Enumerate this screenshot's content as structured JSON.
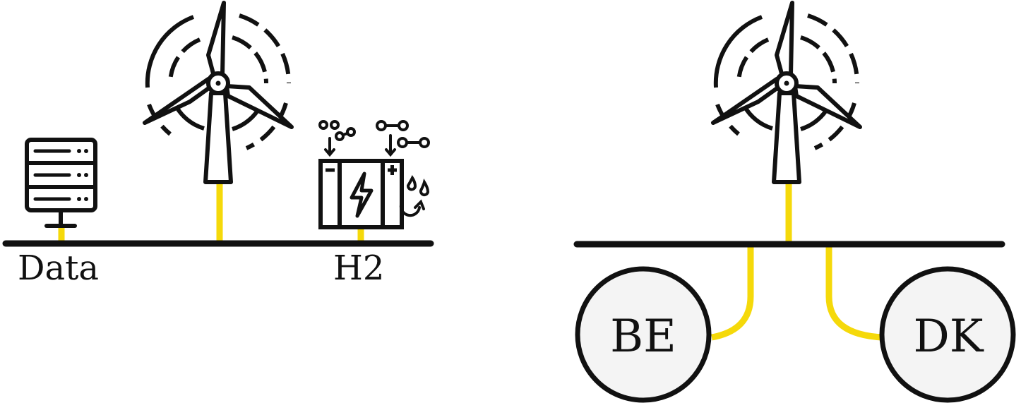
{
  "left_diagram": {
    "labels": {
      "data": "Data",
      "h2": "H2"
    },
    "icons": [
      "server-rack-icon",
      "wind-turbine-icon",
      "electrolyzer-icon"
    ]
  },
  "right_diagram": {
    "nodes": [
      {
        "label": "BE"
      },
      {
        "label": "DK"
      }
    ],
    "icons": [
      "wind-turbine-icon"
    ]
  },
  "colors": {
    "line": "#111111",
    "cable": "#f5d90a",
    "node_fill": "#f4f4f4"
  }
}
